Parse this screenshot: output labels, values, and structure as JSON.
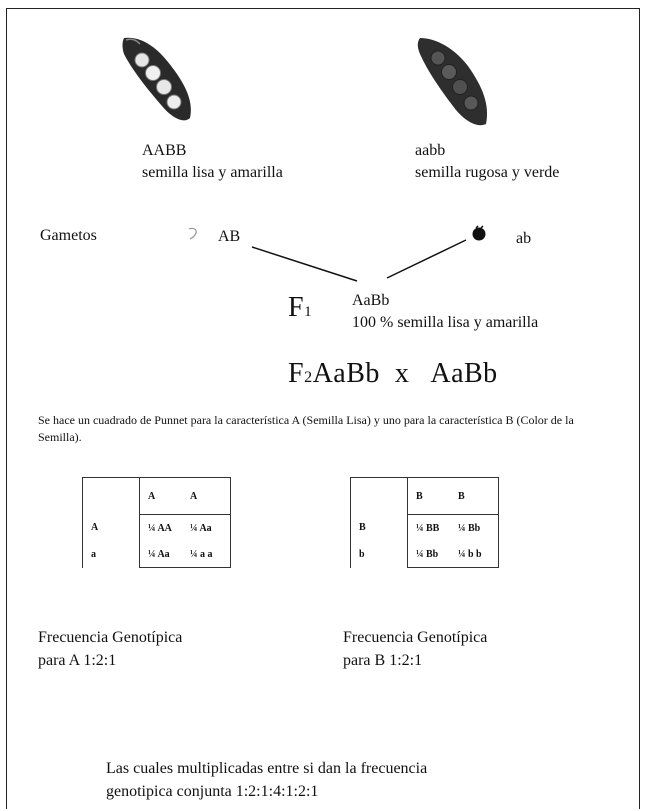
{
  "parents": {
    "left": {
      "genotype": "AABB",
      "phenotype": "semilla lisa y amarilla"
    },
    "right": {
      "genotype": "aabb",
      "phenotype": "semilla rugosa y verde"
    }
  },
  "gametes": {
    "label": "Gametos",
    "left": "AB",
    "right": "ab"
  },
  "f1": {
    "label": "F",
    "sub": "1",
    "genotype": "AaBb",
    "phenotype": "100 % semilla lisa y amarilla"
  },
  "f2": {
    "label": "F",
    "sub": "2",
    "cross": "AaBb  x   AaBb"
  },
  "note": "Se hace un cuadrado de Punnet para la característica A (Semilla Lisa) y uno para la característica B (Color de la Semilla).",
  "punnet_a": {
    "header": [
      "",
      "A",
      "A"
    ],
    "rows": [
      [
        "A",
        "¼ AA",
        "¼ Aa"
      ],
      [
        "a",
        "¼ Aa",
        "¼ a a"
      ]
    ]
  },
  "punnet_b": {
    "header": [
      "",
      "B",
      "B"
    ],
    "rows": [
      [
        "B",
        "¼ BB",
        "¼ Bb"
      ],
      [
        "b",
        "¼ Bb",
        "¼ b b"
      ]
    ]
  },
  "freq_a": {
    "line1": "Frecuencia Genotípica",
    "line2": "para A 1:2:1"
  },
  "freq_b": {
    "line1": "Frecuencia Genotípica",
    "line2": "para B 1:2:1"
  },
  "conclusion": {
    "line1": "Las cuales multiplicadas entre si dan la frecuencia",
    "line2": "genotipica conjunta 1:2:1:4:1:2:1"
  },
  "colors": {
    "pod_dark": "#2a2a2a",
    "seed_light": "#e6e6e6",
    "seed_dark": "#555555"
  }
}
